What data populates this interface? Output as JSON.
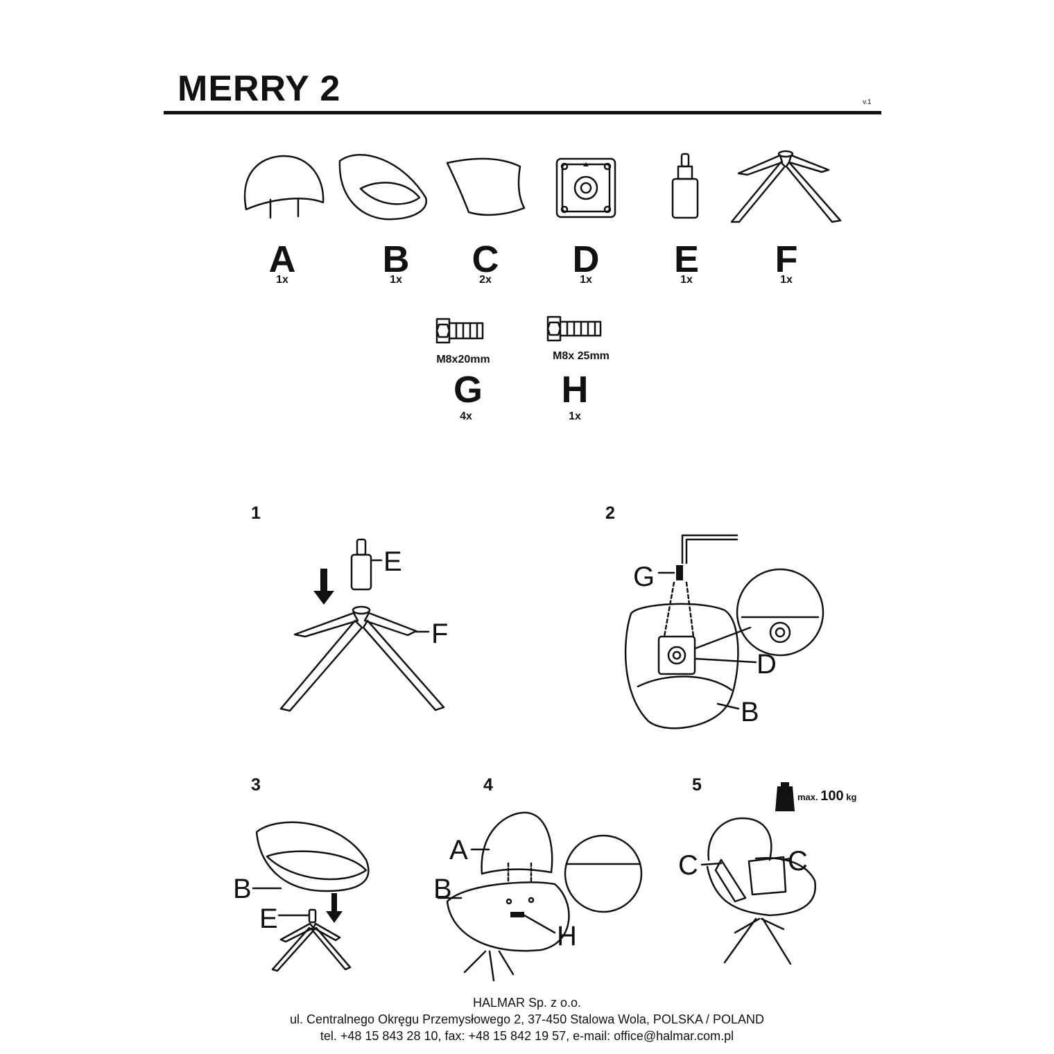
{
  "header": {
    "title": "MERRY 2",
    "version": "v.1"
  },
  "parts": [
    {
      "letter": "A",
      "qty": "1x"
    },
    {
      "letter": "B",
      "qty": "1x"
    },
    {
      "letter": "C",
      "qty": "2x"
    },
    {
      "letter": "D",
      "qty": "1x"
    },
    {
      "letter": "E",
      "qty": "1x"
    },
    {
      "letter": "F",
      "qty": "1x"
    }
  ],
  "screws": [
    {
      "letter": "G",
      "size": "M8x20mm",
      "qty": "4x"
    },
    {
      "letter": "H",
      "size": "M8x 25mm",
      "qty": "1x"
    }
  ],
  "steps": {
    "s1": {
      "number": "1",
      "labels": {
        "e": "E",
        "f": "F"
      }
    },
    "s2": {
      "number": "2",
      "labels": {
        "g": "G",
        "d": "D",
        "b": "B"
      }
    },
    "s3": {
      "number": "3",
      "labels": {
        "b": "B",
        "e": "E"
      }
    },
    "s4": {
      "number": "4",
      "labels": {
        "a": "A",
        "b": "B",
        "h": "H"
      }
    },
    "s5": {
      "number": "5",
      "labels": {
        "c_left": "C",
        "c_right": "C"
      },
      "max_load": {
        "prefix": "max.",
        "value": "100",
        "unit": "kg"
      }
    }
  },
  "footer": {
    "company": "HALMAR Sp. z o.o.",
    "address": "ul. Centralnego Okręgu Przemysłowego 2, 37-450 Stalowa Wola, POLSKA / POLAND",
    "contact": "tel. +48 15 843 28 10, fax: +48 15 842 19 57, e-mail: office@halmar.com.pl"
  }
}
